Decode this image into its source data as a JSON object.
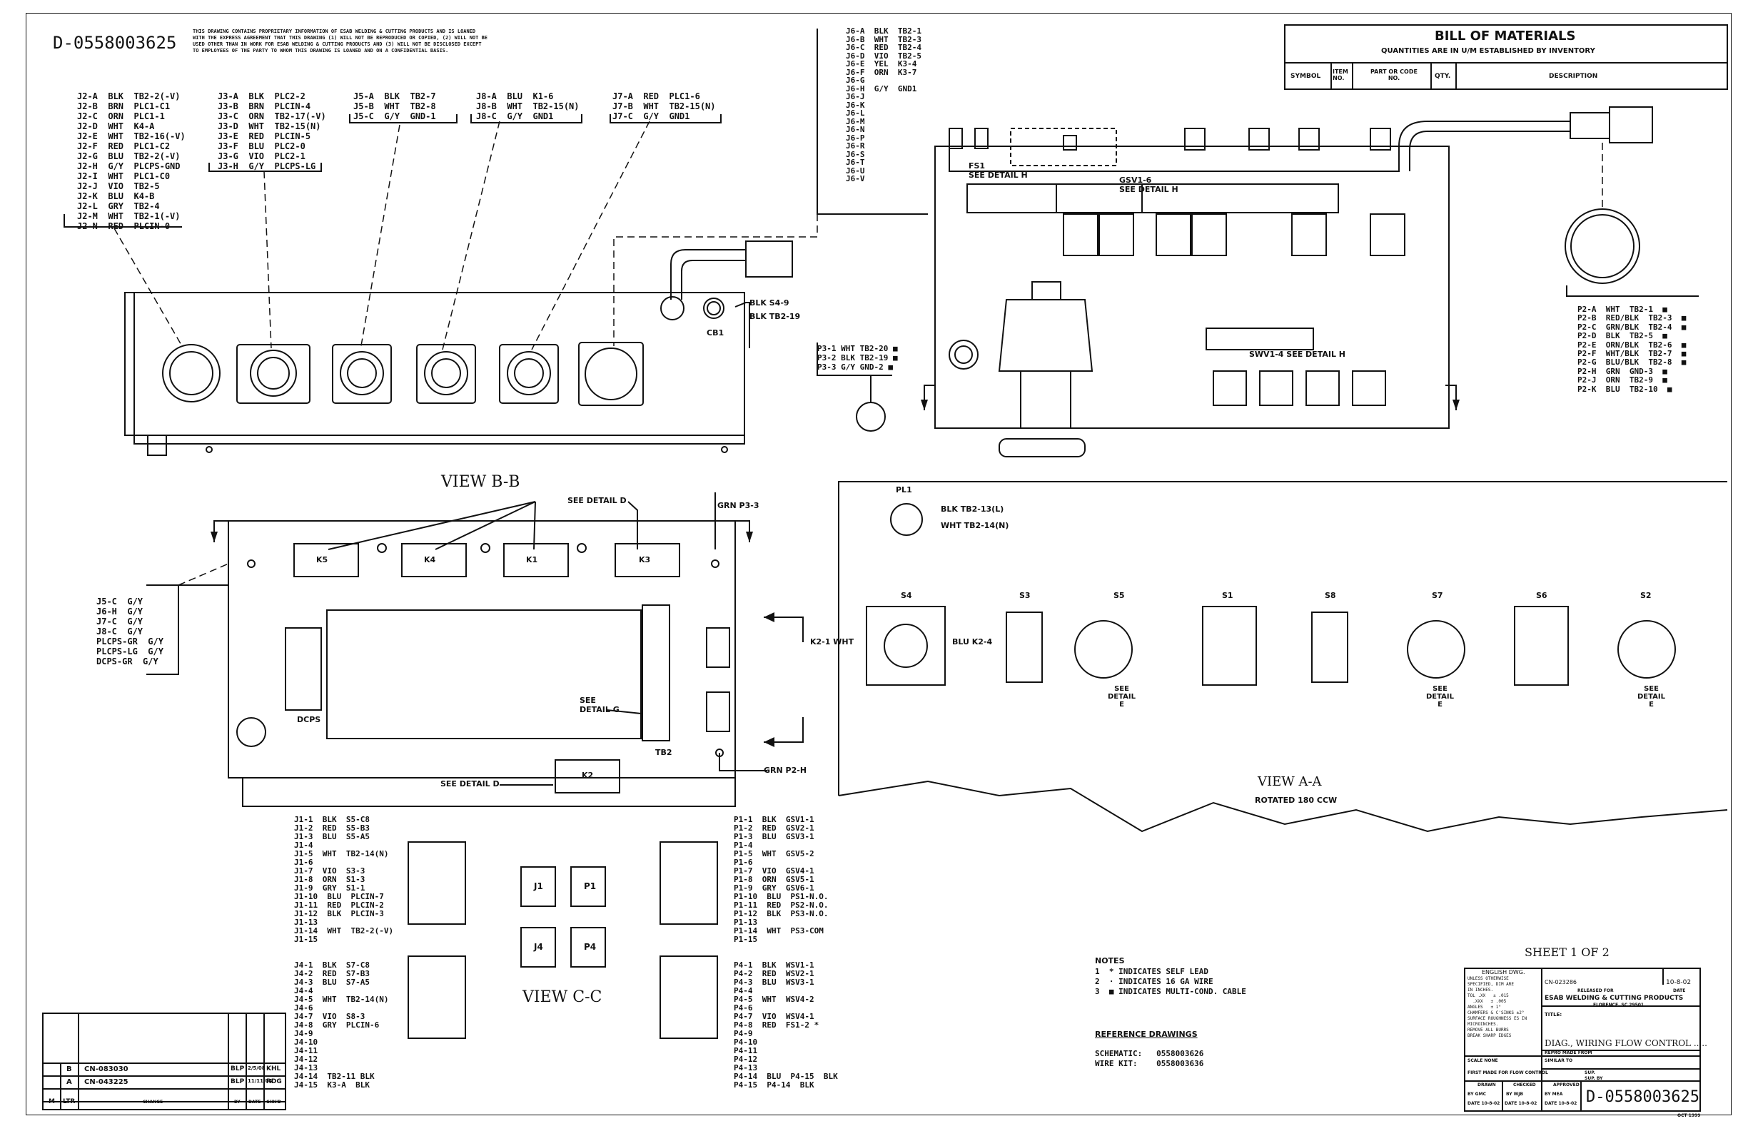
{
  "drawing_number": "D-0558003625",
  "proprietary_notice": "THIS DRAWING CONTAINS PROPRIETARY INFORMATION OF ESAB WELDING & CUTTING PRODUCTS AND IS LOANED\nWITH THE EXPRESS AGREEMENT THAT THIS DRAWING (1) WILL NOT BE REPRODUCED OR COPIED, (2) WILL NOT BE\nUSED OTHER THAN IN WORK FOR ESAB WELDING & CUTTING PRODUCTS AND (3) WILL NOT BE DISCLOSED EXCEPT\nTO EMPLOYEES OF THE PARTY TO WHOM THIS DRAWING IS LOANED AND ON A CONFIDENTIAL BASIS.",
  "connectors": {
    "j2": "J2-A  BLK  TB2-2(-V)\nJ2-B  BRN  PLC1-C1\nJ2-C  ORN  PLC1-1\nJ2-D  WHT  K4-A\nJ2-E  WHT  TB2-16(-V)\nJ2-F  RED  PLC1-C2\nJ2-G  BLU  TB2-2(-V)\nJ2-H  G/Y  PLCPS-GND\nJ2-I  WHT  PLC1-C0\nJ2-J  VIO  TB2-5\nJ2-K  BLU  K4-B\nJ2-L  GRY  TB2-4\nJ2-M  WHT  TB2-1(-V)\nJ2-N  RED  PLCIN-0",
    "j3": "J3-A  BLK  PLC2-2\nJ3-B  BRN  PLCIN-4\nJ3-C  ORN  TB2-17(-V)\nJ3-D  WHT  TB2-15(N)\nJ3-E  RED  PLCIN-5\nJ3-F  BLU  PLC2-0\nJ3-G  VIO  PLC2-1\nJ3-H  G/Y  PLCPS-LG",
    "j5": "J5-A  BLK  TB2-7\nJ5-B  WHT  TB2-8\nJ5-C  G/Y  GND-1",
    "j8": "J8-A  BLU  K1-6\nJ8-B  WHT  TB2-15(N)\nJ8-C  G/Y  GND1",
    "j7": "J7-A  RED  PLC1-6\nJ7-B  WHT  TB2-15(N)\nJ7-C  G/Y  GND1",
    "j6": "J6-A  BLK  TB2-1\nJ6-B  WHT  TB2-3\nJ6-C  RED  TB2-4\nJ6-D  VIO  TB2-5\nJ6-E  YEL  K3-4\nJ6-F  ORN  K3-7\nJ6-G\nJ6-H  G/Y  GND1\nJ6-J\nJ6-K\nJ6-L\nJ6-M\nJ6-N\nJ6-P\nJ6-R\nJ6-S\nJ6-T\nJ6-U\nJ6-V",
    "p2": "P2-A  WHT  TB2-1  ■\nP2-B  RED/BLK  TB2-3  ■\nP2-C  GRN/BLK  TB2-4  ■\nP2-D  BLK  TB2-5  ■\nP2-E  ORN/BLK  TB2-6  ■\nP2-F  WHT/BLK  TB2-7  ■\nP2-G  BLU/BLK  TB2-8  ■\nP2-H  GRN  GND-3  ■\nP2-J  ORN  TB2-9  ■\nP2-K  BLU  TB2-10  ■",
    "p3": "P3-1 WHT TB2-20 ■\nP3-2 BLK TB2-19 ■\nP3-3 G/Y GND-2 ■",
    "gnd_group": "J5-C  G/Y\nJ6-H  G/Y\nJ7-C  G/Y\nJ8-C  G/Y\nPLCPS-GR  G/Y\nPLCPS-LG  G/Y\nDCPS-GR  G/Y",
    "j1": "J1-1  BLK  S5-C8\nJ1-2  RED  S5-B3\nJ1-3  BLU  S5-A5\nJ1-4\nJ1-5  WHT  TB2-14(N)\nJ1-6\nJ1-7  VIO  S3-3\nJ1-8  ORN  S1-3\nJ1-9  GRY  S1-1\nJ1-10  BLU  PLCIN-7\nJ1-11  RED  PLCIN-2\nJ1-12  BLK  PLCIN-3\nJ1-13\nJ1-14  WHT  TB2-2(-V)\nJ1-15",
    "j4": "J4-1  BLK  S7-C8\nJ4-2  RED  S7-B3\nJ4-3  BLU  S7-A5\nJ4-4\nJ4-5  WHT  TB2-14(N)\nJ4-6\nJ4-7  VIO  S8-3\nJ4-8  GRY  PLCIN-6\nJ4-9\nJ4-10\nJ4-11\nJ4-12\nJ4-13\nJ4-14  TB2-11 BLK\nJ4-15  K3-A  BLK",
    "p1": "P1-1  BLK  GSV1-1\nP1-2  RED  GSV2-1\nP1-3  BLU  GSV3-1\nP1-4\nP1-5  WHT  GSV5-2\nP1-6\nP1-7  VIO  GSV4-1\nP1-8  ORN  GSV5-1\nP1-9  GRY  GSV6-1\nP1-10  BLU  PS1-N.O.\nP1-11  RED  PS2-N.O.\nP1-12  BLK  PS3-N.O.\nP1-13\nP1-14  WHT  PS3-COM\nP1-15",
    "p4": "P4-1  BLK  WSV1-1\nP4-2  RED  WSV2-1\nP4-3  BLU  WSV3-1\nP4-4\nP4-5  WHT  WSV4-2\nP4-6\nP4-7  VIO  WSV4-1\nP4-8  RED  FS1-2 *\nP4-9\nP4-10\nP4-11\nP4-12\nP4-13\nP4-14  BLU  P4-15  BLK\nP4-15  P4-14  BLK"
  },
  "labels": {
    "view_bb": "VIEW B-B",
    "view_cc": "VIEW C-C",
    "view_aa": "VIEW A-A",
    "rotated": "ROTATED 180 CCW",
    "see_detail_d": "SEE DETAIL D",
    "see_detail_d2": "SEE DETAIL D",
    "see_detail_g": "SEE\nDETAIL G",
    "see_detail_e": "SEE\nDETAIL\nE",
    "fs1": "FS1\nSEE DETAIL H",
    "gsv": "GSV1-6\nSEE DETAIL H",
    "swv": "SWV1-4  SEE DETAIL H",
    "cb1": "CB1",
    "s4_9": "BLK  S4-9",
    "tb2_19": "BLK  TB2-19",
    "grn_p3_3": "GRN P3-3",
    "grn_p2_h": "GRN P2-H",
    "pl1": "PL1",
    "pl1_1": "BLK  TB2-13(L)",
    "pl1_2": "WHT  TB2-14(N)",
    "dcps": "DCPS",
    "tb2": "TB2",
    "k5": "K5",
    "k4": "K4",
    "k1": "K1",
    "k3": "K3",
    "k2": "K2",
    "j1": "J1",
    "j4": "J4",
    "p1": "P1",
    "p4": "P4",
    "s4": "S4",
    "s3": "S3",
    "s5": "S5",
    "s1": "S1",
    "s8": "S8",
    "s7": "S7",
    "s6": "S6",
    "s2": "S2",
    "k2_1": "K2-1  WHT",
    "blu_k2_4": "BLU  K2-4"
  },
  "notes": {
    "title": "NOTES",
    "items": "1  * INDICATES SELF LEAD\n2  · INDICATES 16 GA WIRE\n3  ■ INDICATES MULTI-COND. CABLE",
    "ref_title": "REFERENCE DRAWINGS",
    "ref_items": "SCHEMATIC:   0558003626\nWIRE KIT:    0558003636"
  },
  "bom": {
    "title": "BILL OF MATERIALS",
    "subtitle": "QUANTITIES ARE IN U/M ESTABLISHED BY INVENTORY",
    "cols": [
      "SYMBOL",
      "ITEM NO.",
      "PART OR CODE NO.",
      "QTY.",
      "DESCRIPTION"
    ]
  },
  "sheet": "SHEET 1 OF 2",
  "revisions": {
    "rows": [
      {
        "ltr": "B",
        "change": "CN-083030",
        "by": "BLP",
        "date": "2/5/08",
        "chkd": "KHL"
      },
      {
        "ltr": "A",
        "change": "CN-043225",
        "by": "BLP",
        "date": "11/11/04",
        "chkd": "RDG"
      }
    ],
    "header": [
      "M",
      "LTR",
      "CHANGE",
      "BY",
      "DATE",
      "CHK'D"
    ]
  },
  "title_block": {
    "english": "ENGLISH DWG.",
    "tolerance": "UNLESS OTHERWISE\nSPECIFIED, DIM ARE\nIN INCHES.\nTOL .XX   ± .015\n  .XXX   ± .005\nANGLES   ± 1°\nCHAMFERS & C'SINKS ±2°\nSURFACE ROUGHNESS ES IN\nMICROINCHES.\nREMOVE ALL BURRS\nBREAK SHARP EDGES",
    "cn": "CN-023286",
    "date_top": "10-8-02",
    "released_for": "RELEASED FOR",
    "date_label": "DATE",
    "company": "ESAB WELDING & CUTTING PRODUCTS",
    "location": "FLORENCE, SC 29501",
    "title_label": "TITLE:",
    "title": "DIAG., WIRING FLOW CONTROL .....",
    "scale": "SCALE      NONE",
    "similar": "SIMILAR TO",
    "first_made": "FIRST MADE FOR  FLOW CONTROL",
    "sup": "SUP.",
    "repro": "REPRO MADE FROM",
    "sup_by": "SUP. BY",
    "drawn": "DRAWN",
    "checked": "CHECKED",
    "approved": "APPROVED",
    "drawn_by": "BY  GMC",
    "checked_by": "BY  WJB",
    "approved_by": "BY  MEA",
    "drawn_date": "DATE 10-8-02",
    "checked_date": "DATE 10-8-02",
    "approved_date": "DATE 10-8-02",
    "dwg_no": "D-0558003625",
    "oct": "OCT 1999"
  }
}
